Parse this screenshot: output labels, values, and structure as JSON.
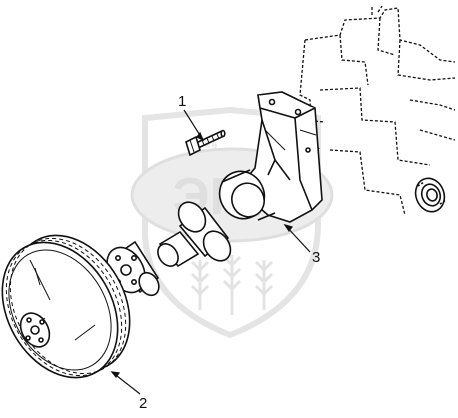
{
  "diagram": {
    "callouts": [
      {
        "id": "1",
        "label": "1"
      },
      {
        "id": "2",
        "label": "2"
      },
      {
        "id": "3",
        "label": "3"
      }
    ],
    "watermark": {
      "text": "ЭПФ",
      "small": "™ ® ®"
    }
  },
  "colors": {
    "line": "#111111",
    "watermark": "#dddddd"
  }
}
